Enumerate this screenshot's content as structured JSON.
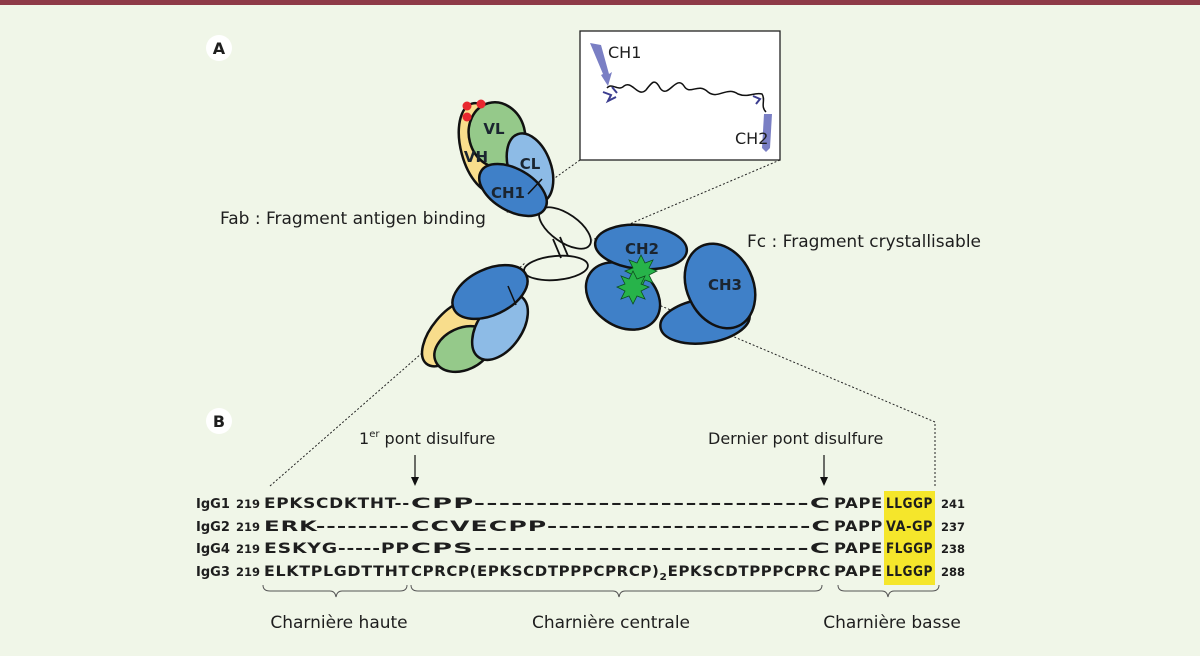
{
  "panels": {
    "a": "A",
    "b": "B"
  },
  "domains": {
    "vl": "VL",
    "vh": "VH",
    "cl": "CL",
    "ch1": "CH1",
    "ch2": "CH2",
    "ch3": "CH3"
  },
  "inset": {
    "top_label": "CH1",
    "bottom_label": "CH2"
  },
  "labels": {
    "fab": "Fab : Fragment antigen binding",
    "fc": "Fc : Fragment crystallisable"
  },
  "arrows": {
    "first_bridge_main": "1",
    "first_bridge_sup": "er",
    "first_bridge_rest": " pont disulfure",
    "last_bridge": "Dernier pont disulfure"
  },
  "sequences": [
    {
      "name": "IgG1",
      "start": "219",
      "upper": "EPKSCDKTHT--",
      "middle": "CPP---------------------------C",
      "lower_pre": "PAPE",
      "lower_hl": "LLGGP",
      "end": "241"
    },
    {
      "name": "IgG2",
      "start": "219",
      "upper": "ERK---------",
      "middle": "CCVECPP-----------------------C",
      "lower_pre": "PAPP",
      "lower_hl": "VA-GP",
      "end": "237"
    },
    {
      "name": "IgG4",
      "start": "219",
      "upper": "ESKYG-----PP",
      "middle": "CPS---------------------------C",
      "lower_pre": "PAPE",
      "lower_hl": "FLGGP",
      "end": "238"
    },
    {
      "name": "IgG3",
      "start": "219",
      "upper": "ELKTPLGDTTHT",
      "middle_a": "CPRCP(EPKSCDTPPPCPRCP)",
      "middle_sub": "2",
      "middle_b": "EPKSCDTPPPCPRC",
      "lower_pre": "PAPE",
      "lower_hl": "LLGGP",
      "end": "288"
    }
  ],
  "regions": {
    "upper": "Charnière haute",
    "middle": "Charnière centrale",
    "lower": "Charnière basse"
  },
  "colors": {
    "background": "#f0f6e8",
    "top_border": "#8e3a47",
    "dark_blue": "#3f80c8",
    "light_blue": "#8dbbe6",
    "green": "#95c98a",
    "yellow": "#f8dd8c",
    "highlight": "#f5e62b",
    "star": "#27b34a",
    "red_dot": "#e8282f",
    "helix": "#7a7fc4"
  }
}
